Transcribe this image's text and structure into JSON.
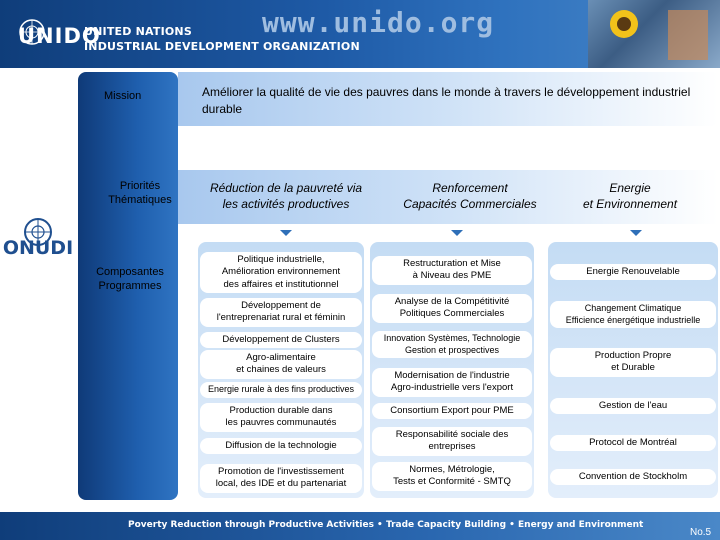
{
  "header": {
    "logo_word": "UNIDO",
    "org_line1": "UNITED NATIONS",
    "org_line2": "INDUSTRIAL DEVELOPMENT ORGANIZATION",
    "website": "www.unido.org"
  },
  "side_logo": {
    "word": "ONUDI"
  },
  "rows": {
    "mission_label": "Mission",
    "priorities_label": "Priorités\nThématiques",
    "components_label": "Composantes\nProgrammes"
  },
  "mission": {
    "text": "Améliorer la qualité de vie des pauvres dans le monde à travers le développement industriel durable"
  },
  "priorities": [
    "Réduction de la pauvreté via\nles activités productives",
    "Renforcement\nCapacités Commerciales",
    "Energie\net Environnement"
  ],
  "components": {
    "col1": [
      "Politique industrielle,\nAmélioration environnement\ndes affaires et institutionnel",
      "Développement de\nl'entreprenariat rural et féminin",
      "Développement de Clusters",
      "Agro-alimentaire\net chaines de valeurs",
      "Energie rurale à des fins productives",
      "Production durable dans\nles pauvres communautés",
      "Diffusion de la technologie",
      "Promotion de l'investissement\nlocal, des IDE et du partenariat"
    ],
    "col2": [
      "Restructuration et Mise\nà Niveau des PME",
      "Analyse de la Compétitivité\nPolitiques Commerciales",
      "Innovation Systèmes, Technologie\nGestion et prospectives",
      "Modernisation de l'industrie\nAgro-industrielle vers l'export",
      "Consortium Export pour PME",
      "Responsabilité sociale des\nentreprises",
      "Normes, Métrologie,\nTests et Conformité - SMTQ"
    ],
    "col3": [
      "Energie Renouvelable",
      "Changement Climatique\nEfficience énergétique industrielle",
      "Production Propre\net Durable",
      "Gestion de l'eau",
      "Protocol de Montréal",
      "Convention de Stockholm"
    ]
  },
  "footer": {
    "tagline": "Poverty Reduction through Productive Activities  •  Trade Capacity Building  •  Energy and Environment",
    "page": "No.5"
  },
  "colors": {
    "navy": "#0f3d7a",
    "blue": "#1f5fae",
    "light_band": "#cfe2f7",
    "column_box": "#d6e6f8"
  }
}
